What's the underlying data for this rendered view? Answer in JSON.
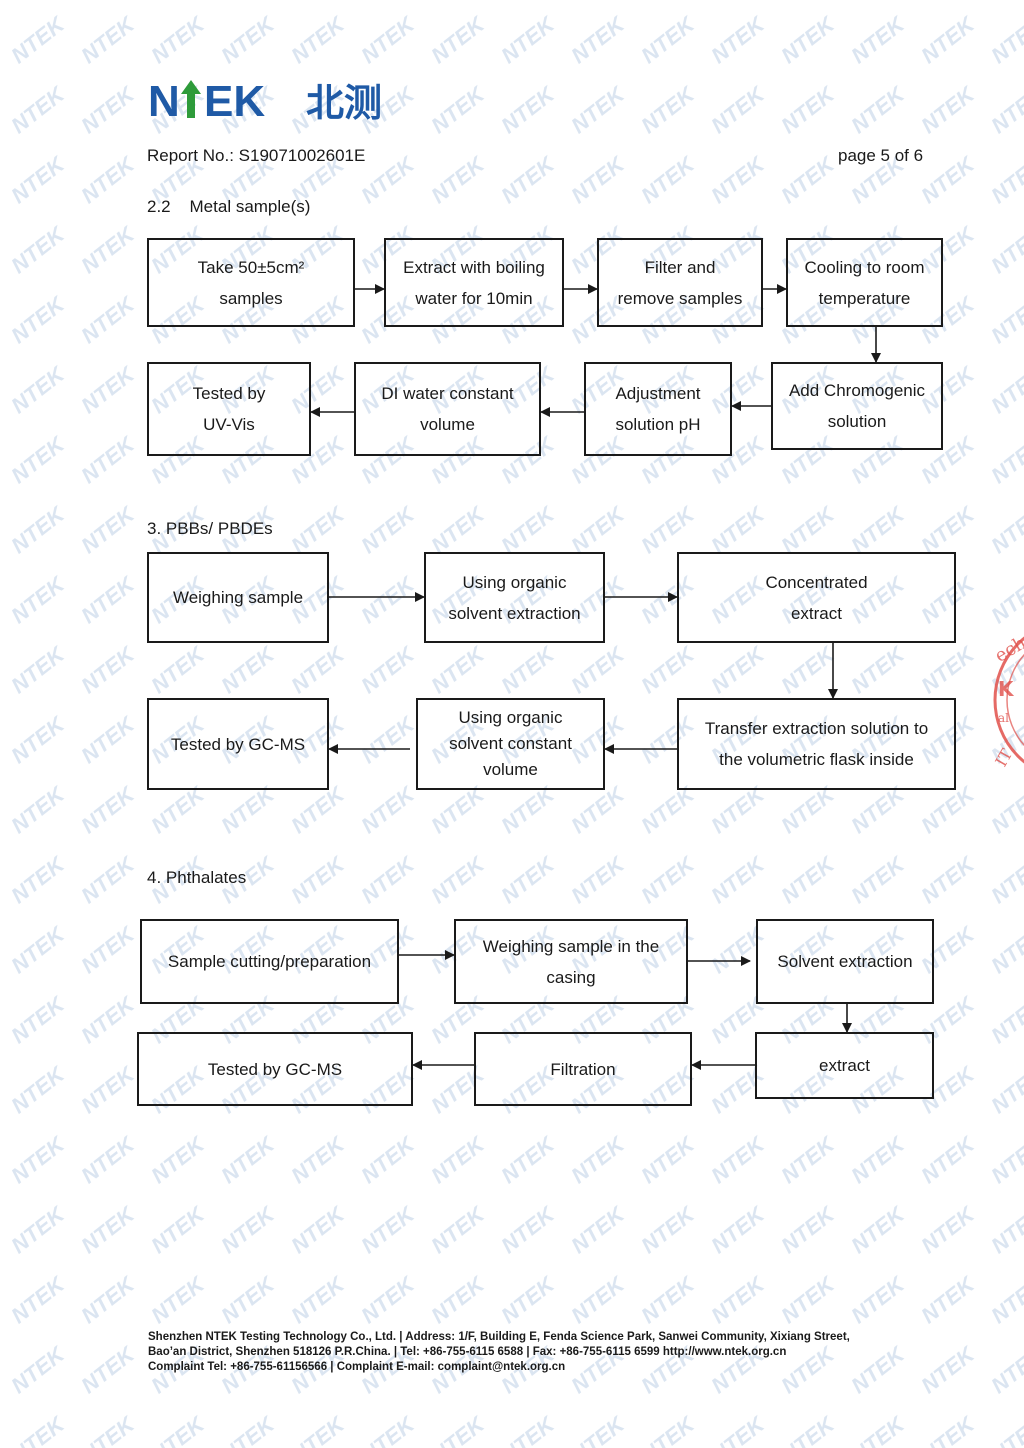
{
  "header": {
    "logo_text": "NTEK北测",
    "report_no": "Report No.: S19071002601E",
    "page": "page 5 of 6"
  },
  "section_metal": {
    "title": "2.2    Metal sample(s)",
    "steps": [
      "Take 50±5cm²\nsamples",
      "Extract with boiling\nwater for 10min",
      "Filter and\nremove samples",
      "Cooling to room\ntemperature",
      "Add Chromogenic\nsolution",
      "Adjustment\nsolution pH",
      "DI water constant\nvolume",
      "Tested by\nUV-Vis"
    ]
  },
  "section_pbb": {
    "title": "3. PBBs/ PBDEs",
    "steps": [
      "Weighing sample",
      "Using organic\nsolvent extraction",
      "Concentrated\nextract",
      "Transfer extraction solution to\nthe volumetric flask inside",
      "Using organic\nsolvent constant\nvolume",
      "Tested by GC-MS"
    ]
  },
  "section_phth": {
    "title": "4. Phthalates",
    "steps": [
      "Sample cutting/preparation",
      "Weighing sample in the\ncasing",
      "Solvent extraction",
      "extract",
      "Filtration",
      "Tested by GC-MS"
    ]
  },
  "footer": {
    "line1": "Shenzhen NTEK Testing Technology Co., Ltd. | Address: 1/F, Building E, Fenda Science Park, Sanwei Community, Xixiang Street,",
    "line2": "Bao’an District, Shenzhen 518126 P.R.China. | Tel: +86-755-6115 6588 | Fax: +86-755-6115 6599    http://www.ntek.org.cn",
    "line3": "Complaint Tel: +86-755-61156566 | Complaint E-mail: complaint@ntek.org.cn"
  },
  "watermark_text": "NTEK",
  "colors": {
    "logo_blue": "#1f5aa6",
    "logo_green": "#2e9b3a",
    "watermark": "#c9d9ec",
    "stamp_red": "#e0504a"
  }
}
